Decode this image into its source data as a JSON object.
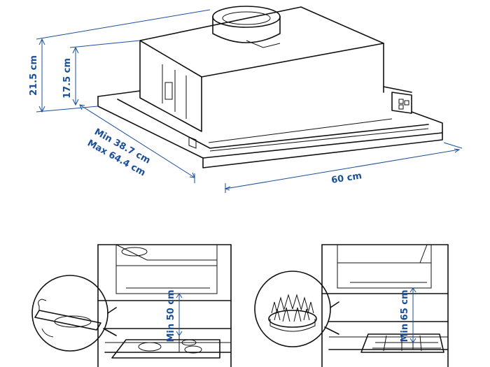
{
  "top_diagram": {
    "dim_height_total": "21.5 cm",
    "dim_height_body": "17.5 cm",
    "dim_depth_min": "Min 38.7 cm",
    "dim_depth_max": "Max 64.4 cm",
    "dim_width": "60 cm"
  },
  "electric_hob": {
    "clearance": "Min 50 cm"
  },
  "gas_hob": {
    "clearance": "Min 65 cm"
  },
  "colors": {
    "dimension": "#1a4f9c",
    "outline": "#111111"
  }
}
